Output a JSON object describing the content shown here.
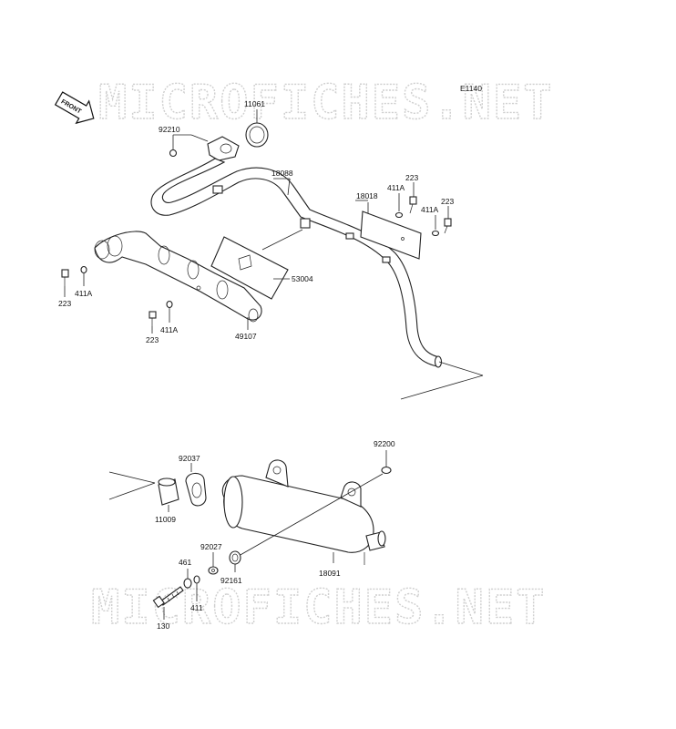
{
  "diagram_code": "E1140",
  "watermark": "MICROFICHES.NET",
  "front_label": "FRONT",
  "parts": {
    "p11061": "11061",
    "p92210": "92210",
    "p18088": "18088",
    "p18018": "18018",
    "p411A_a": "411A",
    "p223_a": "223",
    "p411A_b": "411A",
    "p223_b": "223",
    "p223_c": "223",
    "p411A_c": "411A",
    "p53004": "53004",
    "p411A_d": "411A",
    "p223_d": "223",
    "p49107": "49107",
    "p92037": "92037",
    "p92200": "92200",
    "p11009": "11009",
    "p92027": "92027",
    "p461": "461",
    "p92161": "92161",
    "p18091": "18091",
    "p411": "411",
    "p130": "130"
  }
}
